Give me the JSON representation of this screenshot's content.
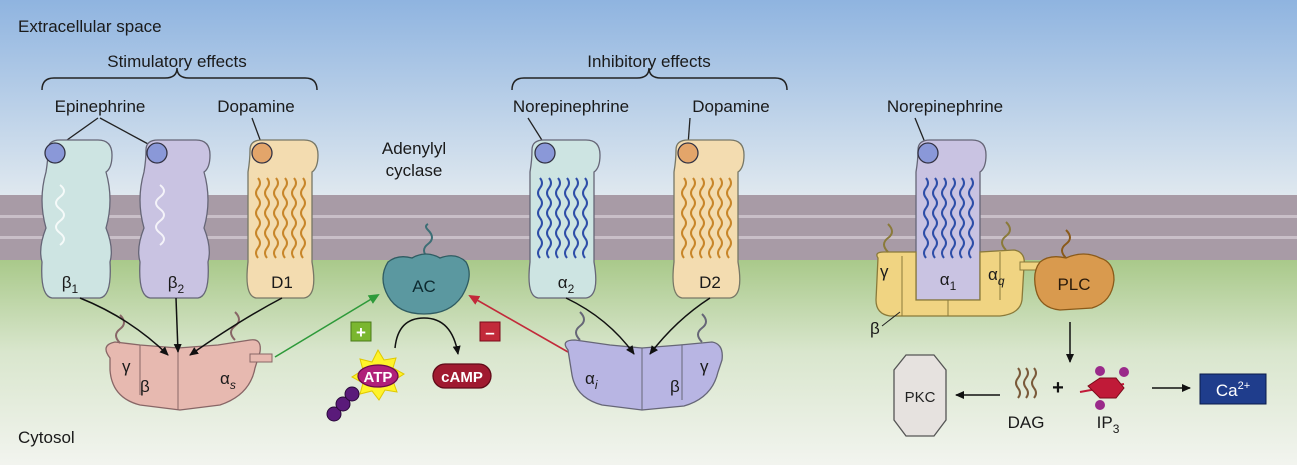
{
  "regions": {
    "extracellular": "Extracellular space",
    "cytosol": "Cytosol"
  },
  "groups": {
    "stimulatory": "Stimulatory effects",
    "inhibitory": "Inhibitory effects"
  },
  "ligands": {
    "epinephrine": "Epinephrine",
    "dopamine_left": "Dopamine",
    "norepinephrine_mid": "Norepinephrine",
    "dopamine_right": "Dopamine",
    "norepinephrine_right": "Norepinephrine"
  },
  "receptors": {
    "beta1": {
      "base": "β",
      "sub": "1"
    },
    "beta2": {
      "base": "β",
      "sub": "2"
    },
    "d1": "D1",
    "alpha2": {
      "base": "α",
      "sub": "2"
    },
    "d2": "D2",
    "alpha1": {
      "base": "α",
      "sub": "1"
    }
  },
  "g_protein": {
    "gamma": "γ",
    "beta": "β",
    "alpha_s": {
      "base": "α",
      "sub": "s"
    },
    "alpha_i": {
      "base": "α",
      "sub": "i"
    },
    "alpha_q": {
      "base": "α",
      "sub": "q"
    }
  },
  "enzymes": {
    "adenylyl_line1": "Adenylyl",
    "adenylyl_line2": "cyclase",
    "ac": "AC",
    "plc": "PLC",
    "pkc": "PKC"
  },
  "molecules": {
    "atp": "ATP",
    "camp": "cAMP",
    "dag": "DAG",
    "ip3": {
      "base": "IP",
      "sub": "3"
    },
    "ca": {
      "base": "Ca",
      "sup": "2+"
    }
  },
  "signs": {
    "plus": "+",
    "minus": "–",
    "add": "+"
  },
  "colors": {
    "extracellular_top": "#8fb4e0",
    "extracellular_bottom": "#d8e4ee",
    "membrane": "#a89ba6",
    "cytosol_top": "#a8c888",
    "cytosol_bottom": "#eef1ea",
    "receptor_teal": "#cde4e2",
    "receptor_lavender": "#c9c3e2",
    "receptor_cream": "#f3dcb0",
    "g_pink": "#e7b9b0",
    "g_lavender": "#b8b5e3",
    "g_yellow": "#f0d482",
    "ac_teal": "#5b98a0",
    "plc_orange": "#d99a4e",
    "ligand_blue": "#8a98d8",
    "ligand_orange": "#e3a56a",
    "helix_blue": "#2e4ea8",
    "helix_orange": "#c8862a",
    "plus_green": "#7ab62f",
    "minus_red": "#c22a3a",
    "atp_magenta": "#b0207a",
    "camp_red": "#a01a30",
    "ca_blue": "#1f3d8c",
    "ip3_red": "#c01a38"
  }
}
